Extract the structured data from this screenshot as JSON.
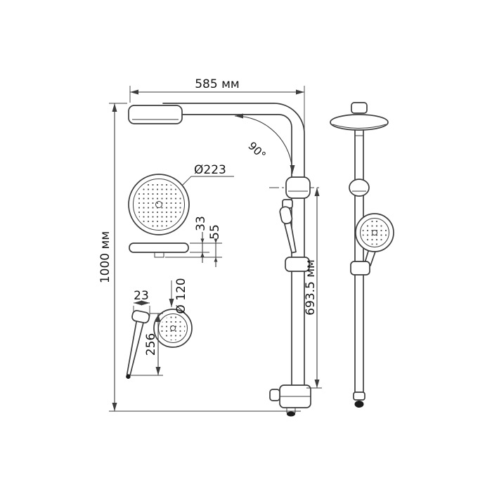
{
  "colors": {
    "line": "#3d3d3d",
    "text": "#161616",
    "tip": "#1c1c1c",
    "bg": "#ffffff"
  },
  "drawing": {
    "subject": "Dimensioned technical drawing of a shower column with rain head and hand shower",
    "labels": {
      "top_width": "585 мм",
      "total_height": "1000 мм",
      "angle": "90°",
      "rain_head_diameter": "Ø223",
      "rain_head_thickness": "33",
      "rain_head_depth": "55",
      "hand_shower_diameter": "Ø 120",
      "hand_shower_head_width": "23",
      "hand_shower_length": "256",
      "riser_height": "693.5 мм"
    }
  }
}
